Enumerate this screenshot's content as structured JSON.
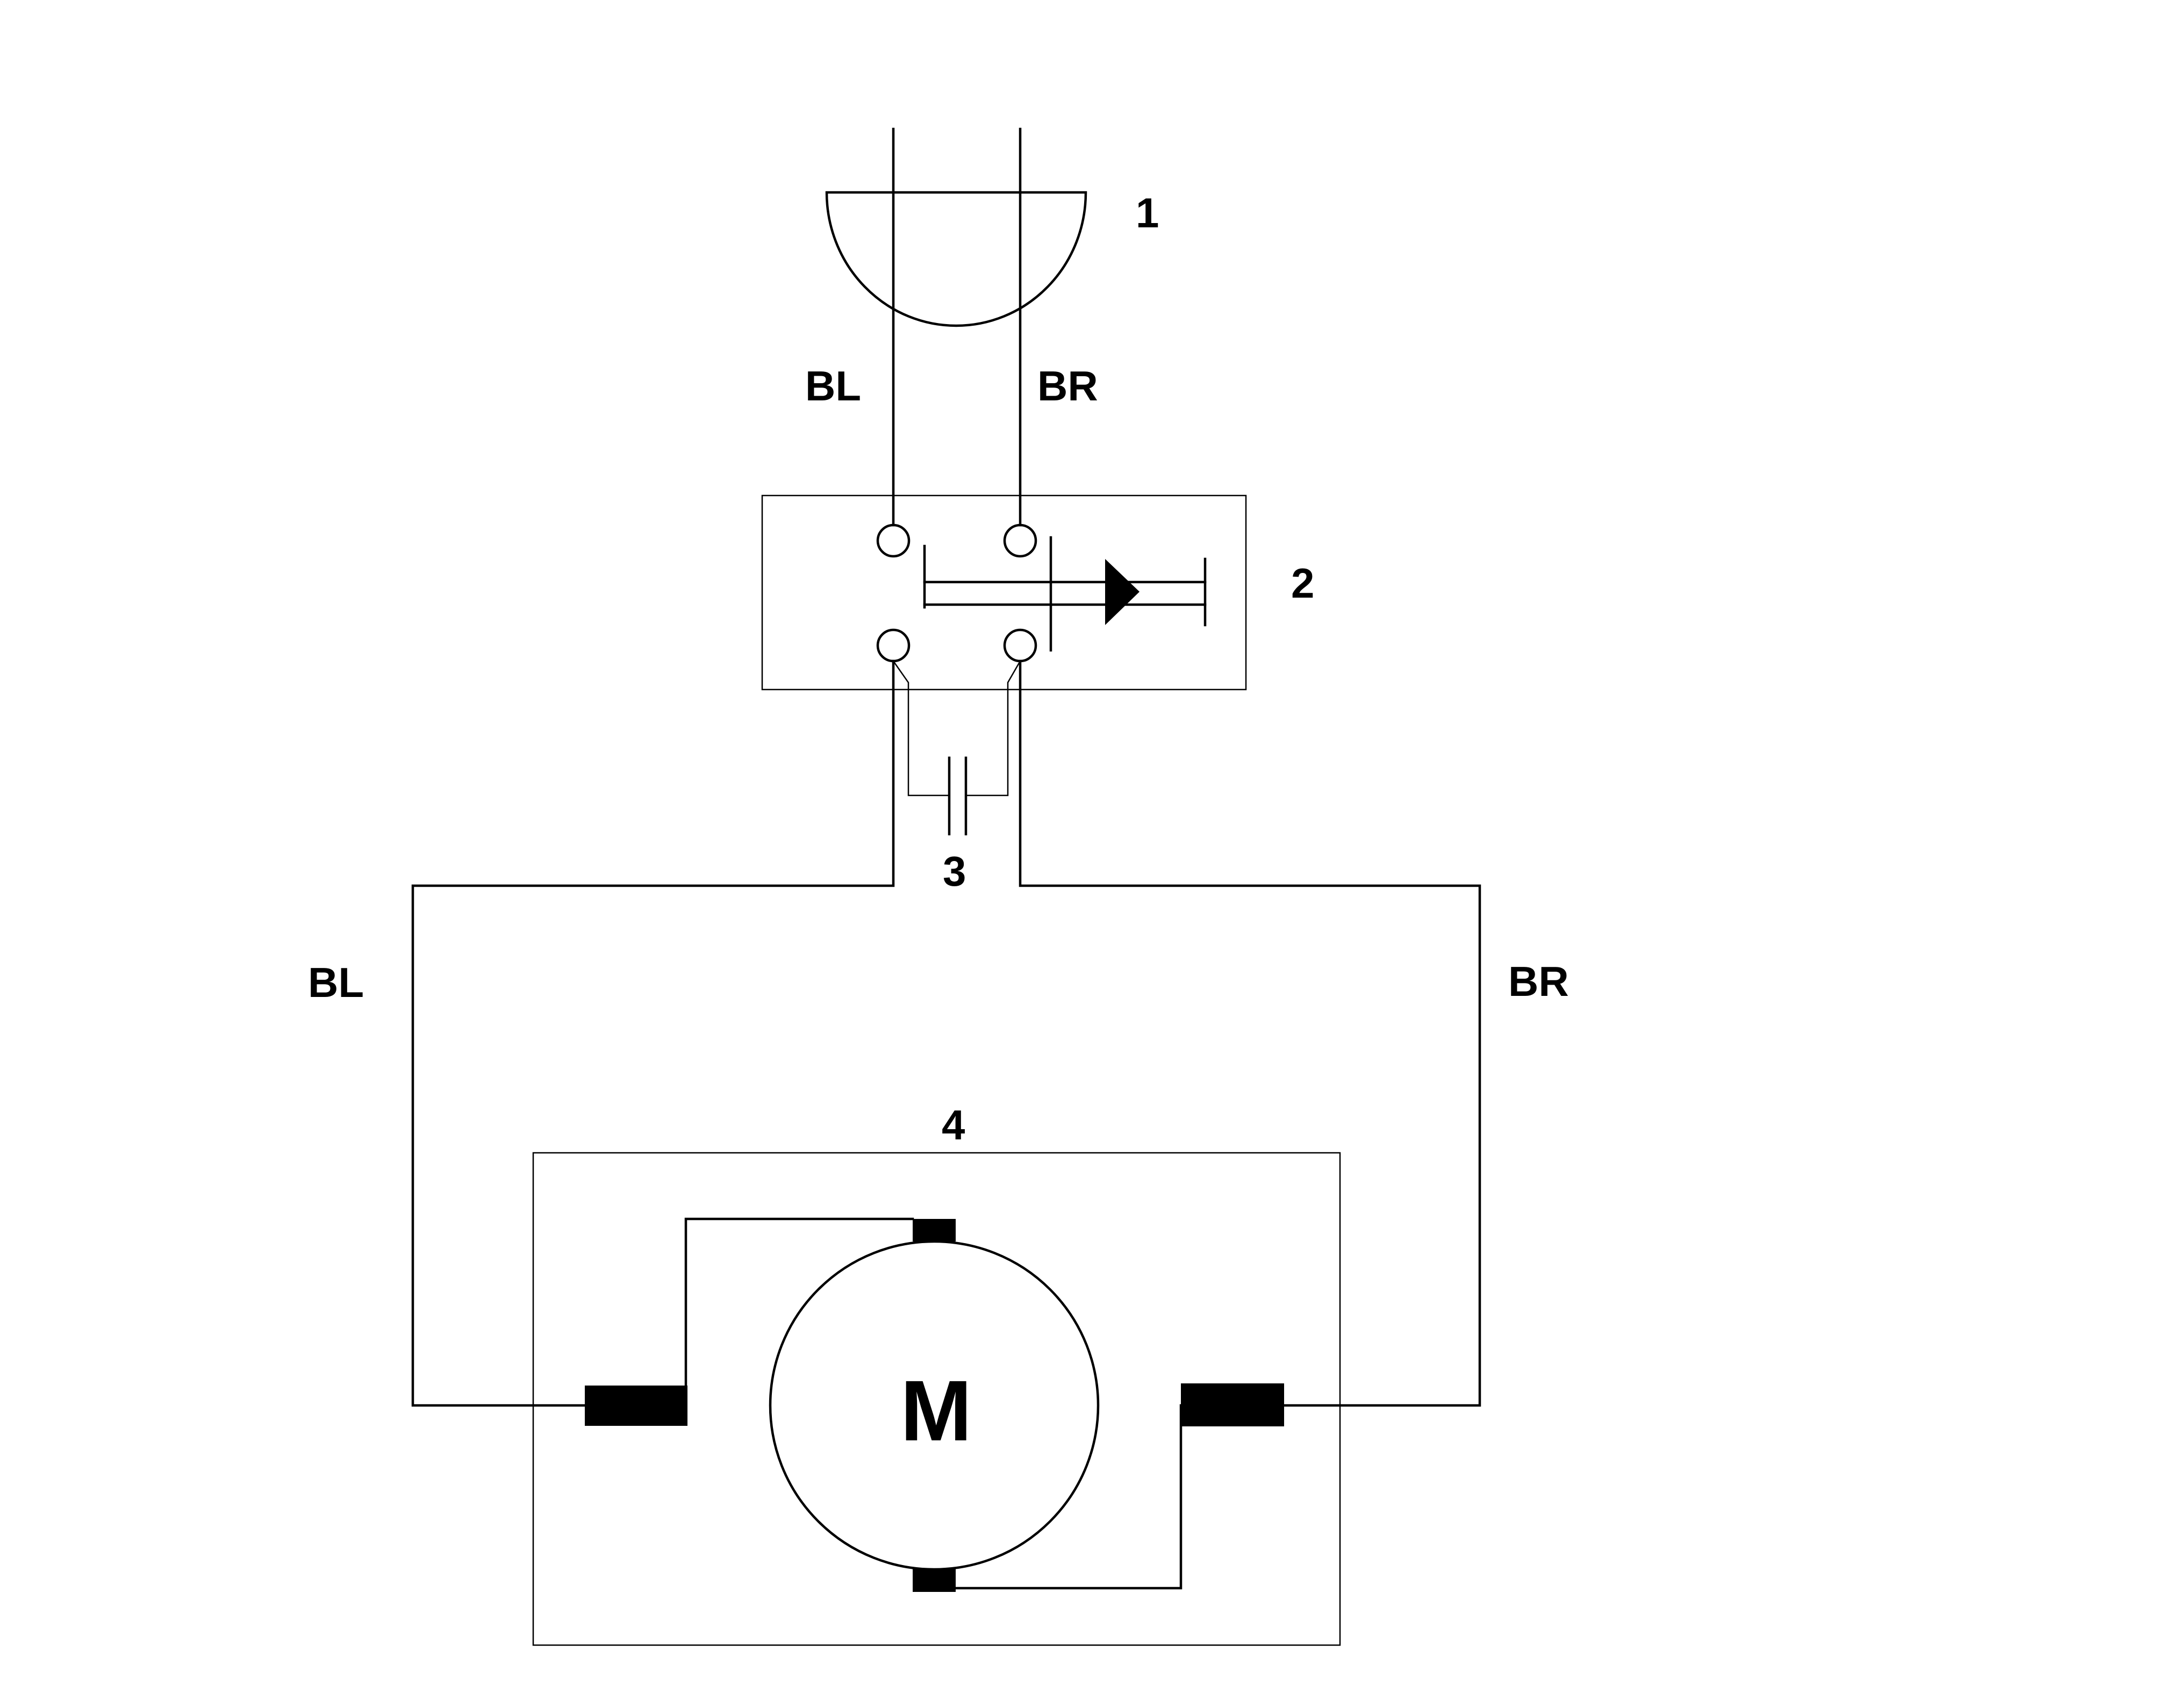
{
  "diagram": {
    "components": {
      "plug": {
        "number": "1"
      },
      "switch": {
        "number": "2"
      },
      "capacitor": {
        "number": "3"
      },
      "motor": {
        "number": "4",
        "symbol": "M"
      }
    },
    "wires": {
      "upper_left": "BL",
      "upper_right": "BR",
      "lower_left": "BL",
      "lower_right": "BR"
    }
  }
}
